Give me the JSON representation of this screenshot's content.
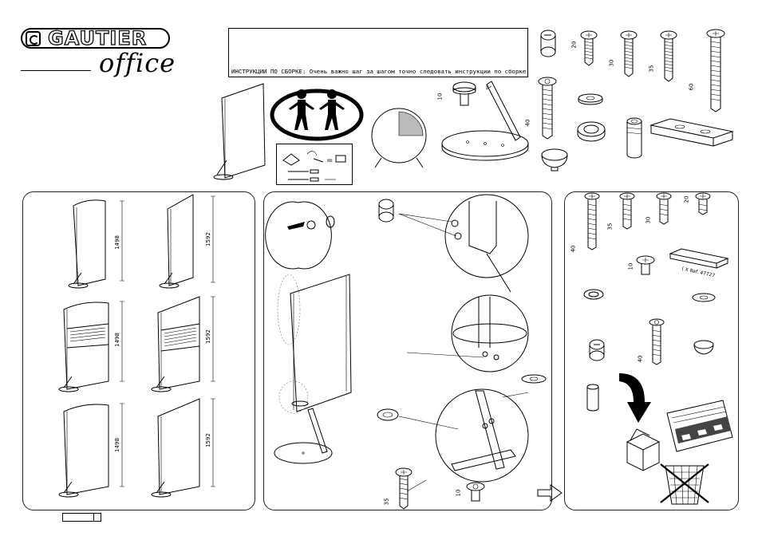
{
  "logo": {
    "brand": "GAUTIER",
    "sub": "office"
  },
  "header": {
    "instructions": "ИНСТРУКЦИИ ПО СБОРКЕ: Очень важно шаг за шагом точно следовать инструкции по сборке"
  },
  "hardware_dims": {
    "s20": "20",
    "s30": "30",
    "s35": "35",
    "s60": "60",
    "s10": "10",
    "s40": "40"
  },
  "variants": {
    "h1": "1498",
    "h2": "1592",
    "h3": "1498",
    "h4": "1592",
    "h5": "1498",
    "h6": "1592"
  },
  "assembly_dims": {
    "d35": "35",
    "d10": "10"
  },
  "checklist": {
    "c40": "40",
    "c35": "35",
    "c30": "30",
    "c20": "20",
    "c10": "10",
    "c40b": "40",
    "ref": "( X Ref. 47727"
  }
}
